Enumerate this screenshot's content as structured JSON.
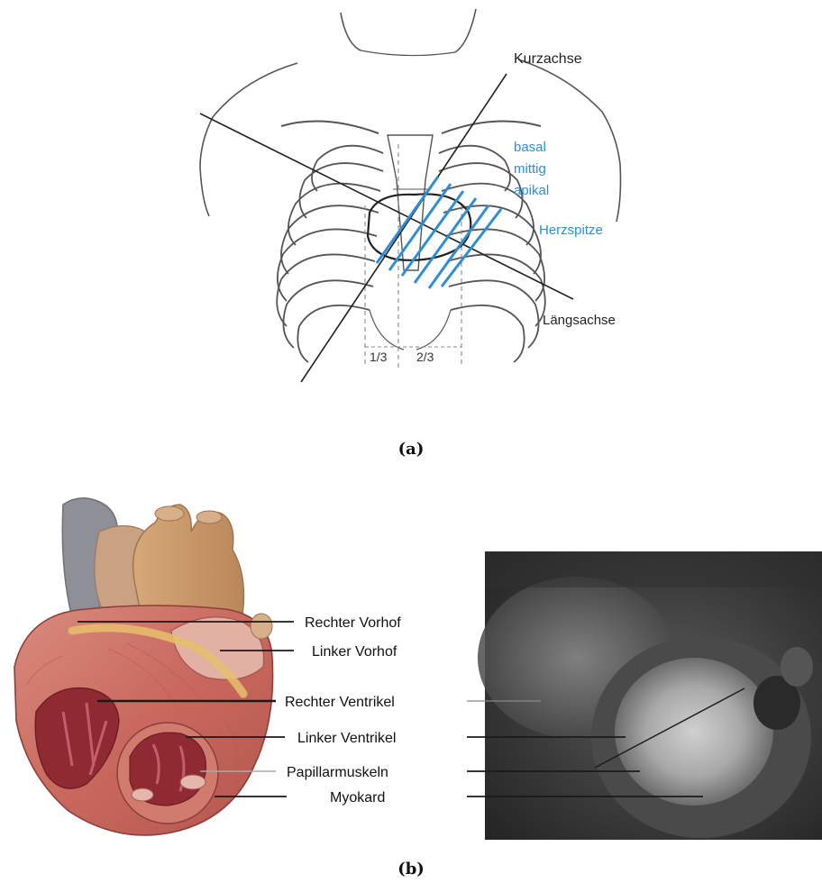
{
  "panel_a": {
    "caption": "(a)",
    "labels": {
      "kurzachse": "Kurzachse",
      "basal": "basal",
      "mittig": "mittig",
      "apikal": "apikal",
      "herzspitze": "Herzspitze",
      "laengsachse": "Längsachse",
      "one_third": "1/3",
      "two_thirds": "2/3"
    }
  },
  "panel_b": {
    "caption": "(b)",
    "labels": {
      "rechter_vorhof": "Rechter Vorhof",
      "linker_vorhof": "Linker Vorhof",
      "rechter_ventrikel": "Rechter Ventrikel",
      "linker_ventrikel": "Linker Ventrikel",
      "papillarmuskeln": "Papillarmuskeln",
      "myokard": "Myokard"
    }
  },
  "colors": {
    "blue_label": "#2f8fd0",
    "line": "#222222",
    "mri_bg": "#3c3c3c",
    "heart_muscle": "#cf6a62"
  }
}
